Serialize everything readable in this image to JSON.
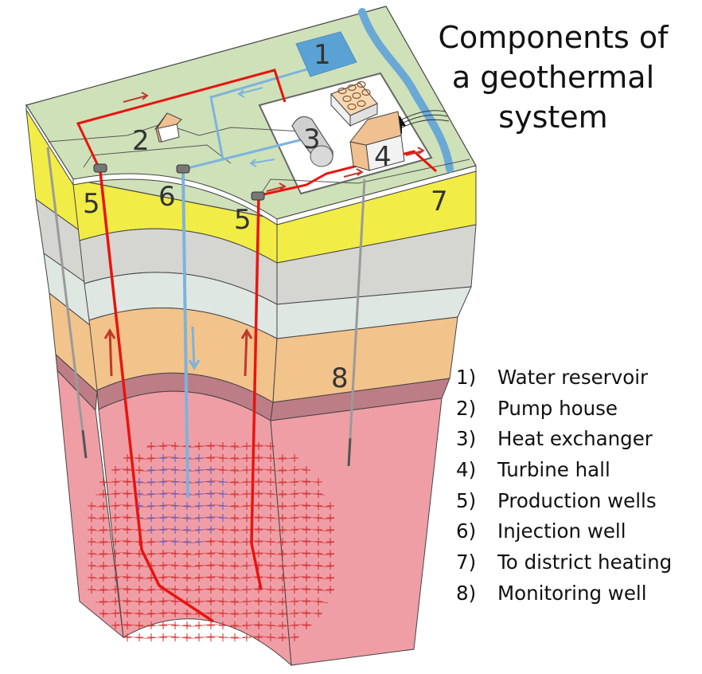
{
  "title": {
    "lines": [
      "Components of",
      "a geothermal",
      "system"
    ]
  },
  "legend": [
    {
      "num": "1)",
      "label": "Water reservoir"
    },
    {
      "num": "2)",
      "label": "Pump house"
    },
    {
      "num": "3)",
      "label": "Heat exchanger"
    },
    {
      "num": "4)",
      "label": "Turbine hall"
    },
    {
      "num": "5)",
      "label": "Production wells"
    },
    {
      "num": "6)",
      "label": "Injection well"
    },
    {
      "num": "7)",
      "label": "To district heating"
    },
    {
      "num": "8)",
      "label": "Monitoring well"
    }
  ],
  "callouts": {
    "c1": "1",
    "c2": "2",
    "c3": "3",
    "c4": "4",
    "c5a": "5",
    "c5b": "5",
    "c6": "6",
    "c7": "7",
    "c8": "8"
  },
  "colors": {
    "surface": "#cfe1b9",
    "yellow_layer": "#f2ec46",
    "grey_layer": "#d5d5d2",
    "pale_layer": "#dfe7e3",
    "orange_layer": "#f2c38a",
    "mauve_layer": "#bd7d86",
    "pink_rock": "#ef9ea6",
    "hot_pipe": "#e8140f",
    "cold_pipe": "#7db3dc",
    "river": "#6aa9d6",
    "fracture_red": "#d22828",
    "fracture_blue": "#4f5fd0"
  }
}
